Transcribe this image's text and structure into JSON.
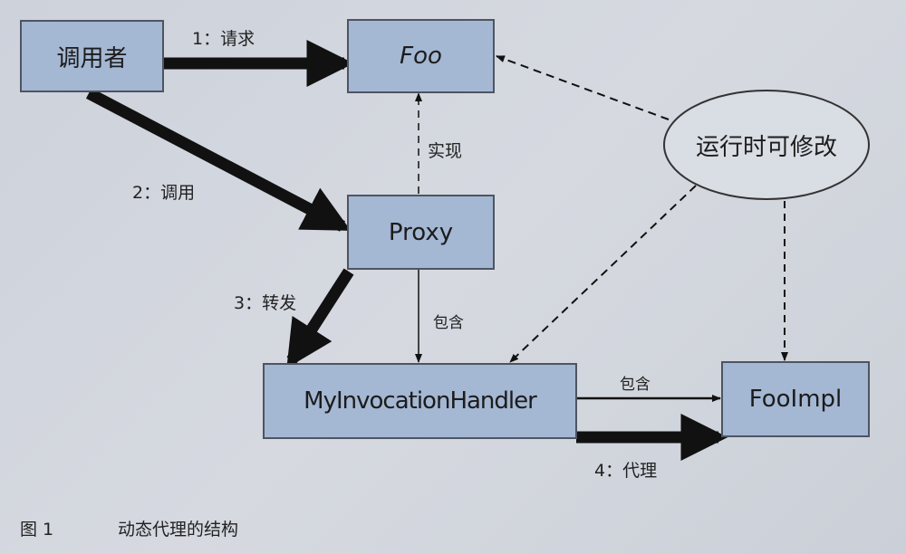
{
  "nodes": {
    "caller": "调用者",
    "foo": "Foo",
    "proxy": "Proxy",
    "handler": "MyInvocationHandler",
    "fooimpl": "FooImpl",
    "runtime": "运行时可修改"
  },
  "edges": {
    "request": "1：请求",
    "invoke": "2：调用",
    "forward": "3：转发",
    "implement": "实现",
    "contains_proxy": "包含",
    "contains_handler": "包含",
    "delegate": "4：代理"
  },
  "caption": {
    "figure": "图 1",
    "title": "动态代理的结构"
  },
  "colors": {
    "box_fill": "#a4b7d3",
    "box_border": "#4d5562",
    "arrow": "#111111"
  }
}
